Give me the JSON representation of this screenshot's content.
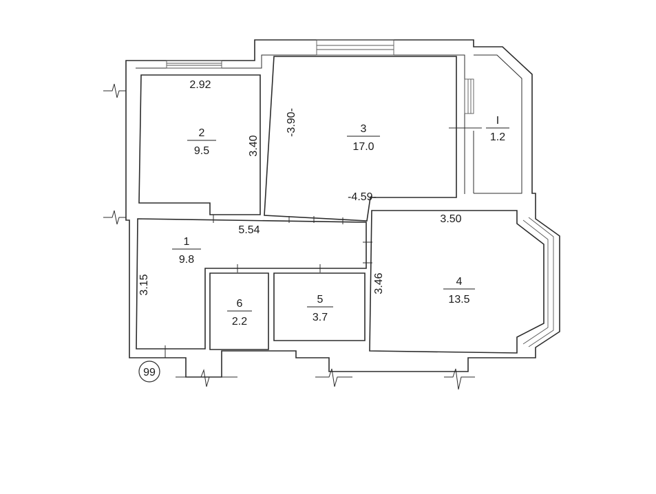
{
  "plan": {
    "rooms": [
      {
        "id": "1",
        "area": "9.8"
      },
      {
        "id": "2",
        "area": "9.5"
      },
      {
        "id": "3",
        "area": "17.0"
      },
      {
        "id": "4",
        "area": "13.5"
      },
      {
        "id": "5",
        "area": "3.7"
      },
      {
        "id": "6",
        "area": "2.2"
      },
      {
        "id": "I",
        "area": "1.2"
      }
    ],
    "dimensions": {
      "room2_width": "2.92",
      "room2_height": "3.40",
      "room3_height": "-3.90-",
      "room3_width": "-4.59-",
      "room1_width": "5.54",
      "room1_height": "3.15",
      "room4_width": "3.50",
      "room4_height": "3.46"
    },
    "sheet_number": "99"
  }
}
